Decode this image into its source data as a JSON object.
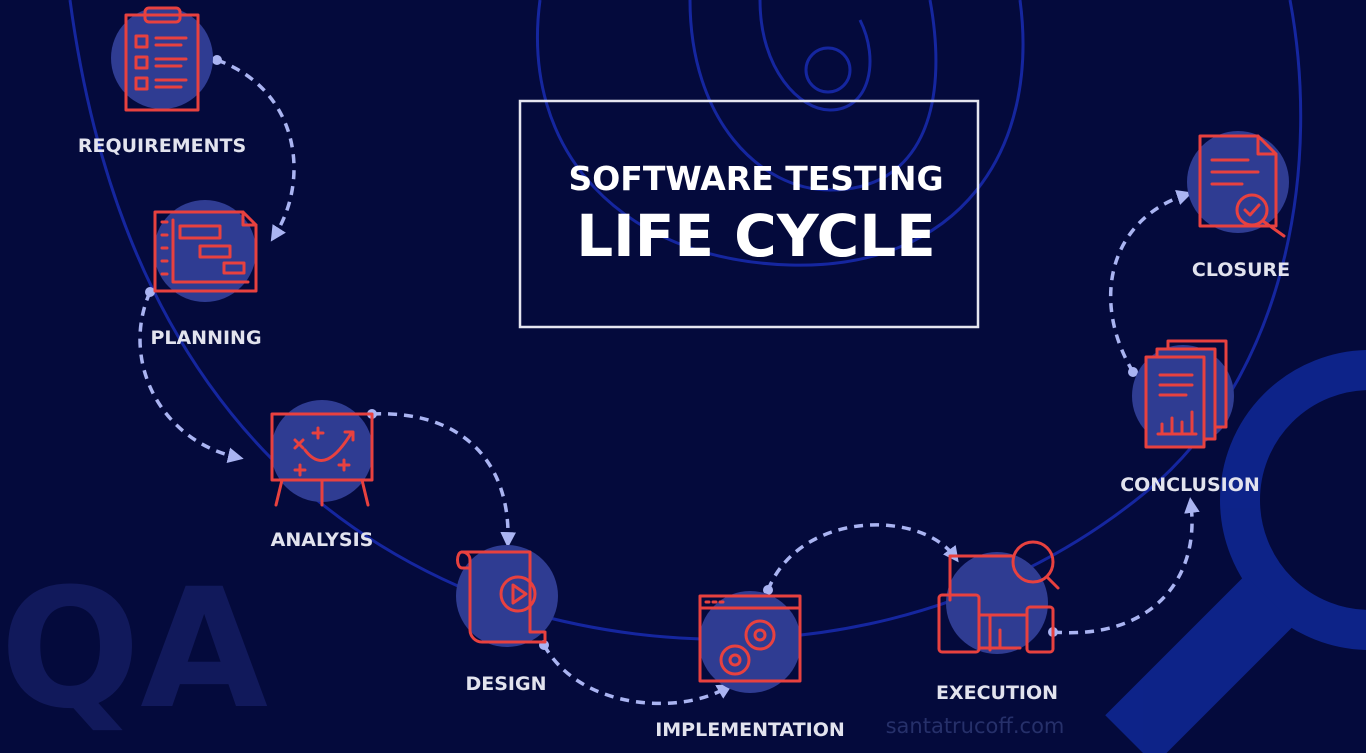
{
  "title": {
    "line1": "SOFTWARE TESTING",
    "line2": "LIFE CYCLE"
  },
  "background_text": "QA",
  "stages": [
    {
      "label": "REQUIREMENTS",
      "icon": "clipboard-checklist-icon"
    },
    {
      "label": "PLANNING",
      "icon": "gantt-chart-icon"
    },
    {
      "label": "ANALYSIS",
      "icon": "strategy-board-icon"
    },
    {
      "label": "DESIGN",
      "icon": "play-scroll-icon"
    },
    {
      "label": "IMPLEMENTATION",
      "icon": "browser-gears-icon"
    },
    {
      "label": "EXECUTION",
      "icon": "devices-magnifier-icon"
    },
    {
      "label": "CONCLUSION",
      "icon": "report-stack-icon"
    },
    {
      "label": "CLOSURE",
      "icon": "document-check-icon"
    }
  ],
  "watermark": "santatrucoff.com",
  "colors": {
    "background": "#040a3c",
    "accent": "#e8413f",
    "disc": "#2f3c92",
    "connector": "#aab4f2"
  }
}
